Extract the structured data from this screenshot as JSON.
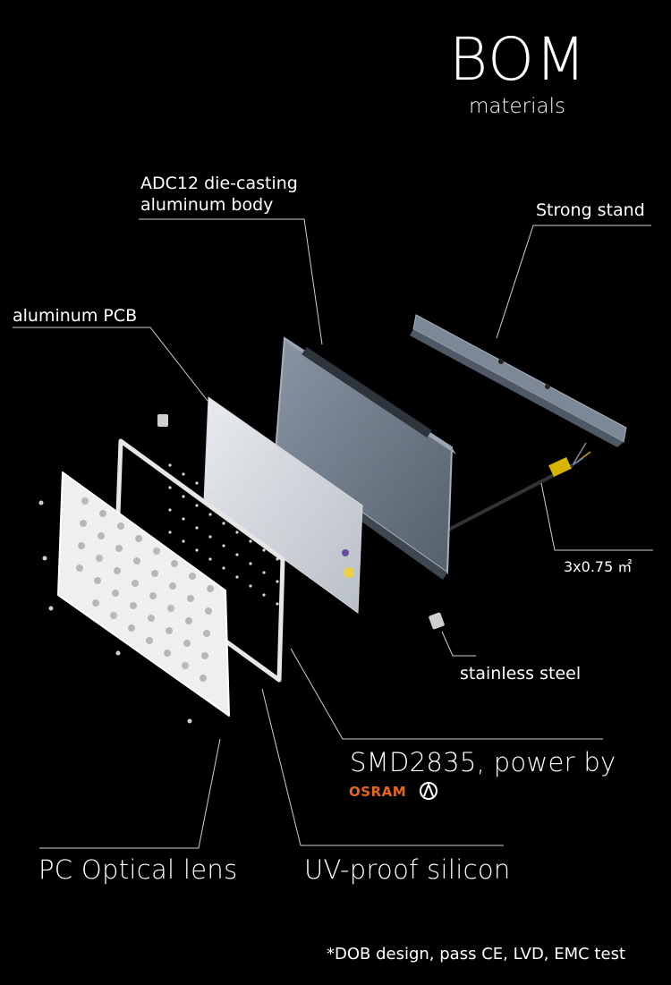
{
  "header": {
    "title": "BOM",
    "subtitle": "materials"
  },
  "labels": {
    "body_line1": "ADC12 die-casting",
    "body_line2": "aluminum body",
    "stand": "Strong stand",
    "pcb": "aluminum PCB",
    "cable": "3x0.75 ㎡",
    "screw": "stainless steel",
    "led": "SMD2835, power by",
    "lens": "PC Optical lens",
    "silicon": "UV-proof silicon"
  },
  "brand": {
    "name": "OSRAM",
    "color": "#e8661a"
  },
  "footer": {
    "note": "*DOB design, pass CE, LVD, EMC test"
  },
  "colors": {
    "background": "#000000",
    "text": "#ffffff",
    "leader_line": "#cfcfcf"
  }
}
